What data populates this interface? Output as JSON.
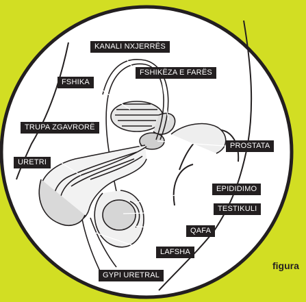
{
  "labels": {
    "kanali_nxjerres": "KANALI NXJERRËS",
    "fshikeza_e_fares": "FSHIKËZA E FARËS",
    "fshika": "FSHIKA",
    "trupa_zgavrore": "TRUPA ZGAVRORË",
    "prostata": "PROSTATA",
    "uretri": "URETRI",
    "epididimo": "EPIDIDIMO",
    "testikuli": "TESTIKULI",
    "qafa": "QAFA",
    "lafsha": "LAFSHA",
    "gypi_uretral": "GYPI URETRAL"
  },
  "caption": "figura",
  "colors": {
    "background": "#d2de23",
    "circle_fill": "#ffffff",
    "outline": "#231f20",
    "label_bg": "#231f20",
    "label_text": "#ffffff"
  }
}
